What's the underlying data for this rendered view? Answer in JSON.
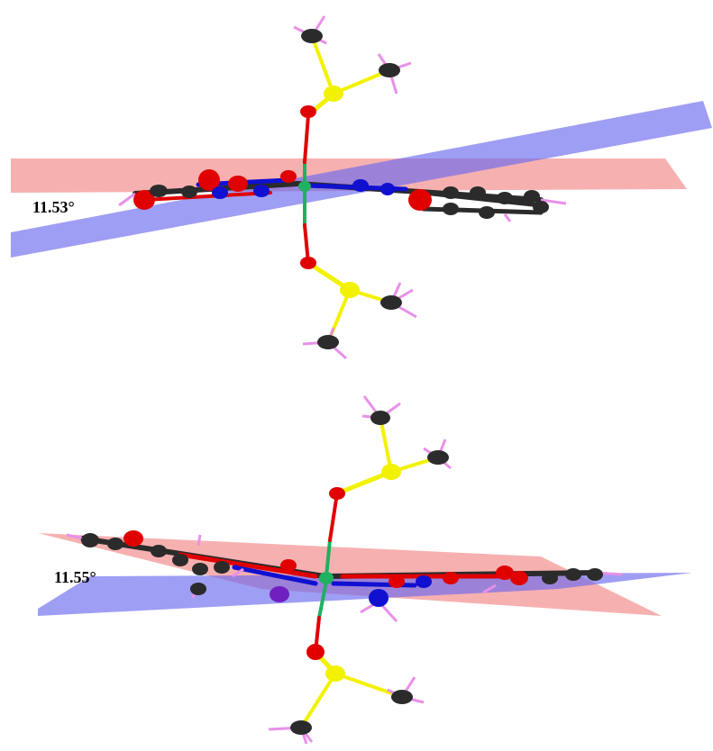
{
  "panels": [
    {
      "id": "top",
      "angle_label": "11.53°"
    },
    {
      "id": "bottom",
      "angle_label": "11.55°"
    }
  ],
  "colors": {
    "plane_red": "#f07070",
    "plane_blue": "#6a6aee",
    "carbon": "#2b2b2b",
    "oxygen": "#e00000",
    "nitrogen": "#1010d0",
    "sulfur": "#f2f200",
    "hydrogen": "#e890e8",
    "metal": "#20b060"
  }
}
